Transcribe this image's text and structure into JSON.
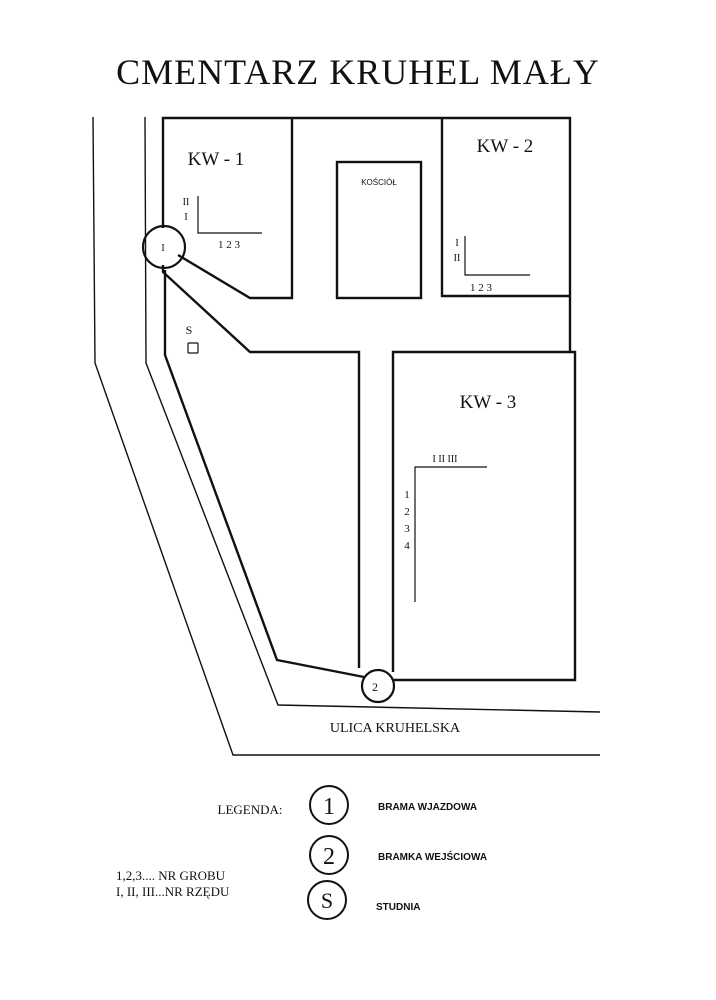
{
  "title": "CMENTARZ KRUHEL MAŁY",
  "sections": {
    "kw1": "KW - 1",
    "kw2": "KW - 2",
    "kw3": "KW - 3"
  },
  "church": "KOŚCIÓŁ",
  "kw1_axes": {
    "rows": [
      "II",
      "I"
    ],
    "cols": "1 2 3"
  },
  "kw2_axes": {
    "rows": [
      "I",
      "II"
    ],
    "cols": "1 2 3"
  },
  "kw3_axes": {
    "cols": "I II III",
    "rows": [
      "1",
      "2",
      "3",
      "4"
    ]
  },
  "gate1_marker": "I",
  "gate2_marker": "2",
  "well_marker": "S",
  "street": "ULICA KRUHELSKA",
  "legend": {
    "heading": "LEGENDA:",
    "items": [
      {
        "symbol": "1",
        "label": "BRAMA WJAZDOWA"
      },
      {
        "symbol": "2",
        "label": "BRAMKA WEJŚCIOWA"
      },
      {
        "symbol": "S",
        "label": "STUDNIA"
      }
    ],
    "note_grave": "1,2,3.... NR GROBU",
    "note_row": "I, II, III...NR RZĘDU"
  }
}
